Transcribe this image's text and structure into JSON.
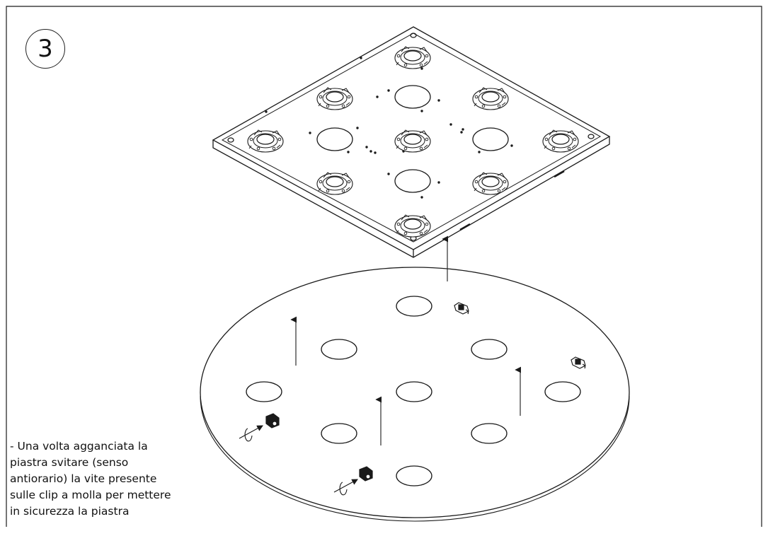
{
  "step": {
    "number": "3"
  },
  "instruction": {
    "lines": [
      "- Una volta agganciata la",
      "piastra svitare (senso",
      "antiorario) la vite presente",
      "sulle clip a molla per mettere",
      "in sicurezza la piastra"
    ]
  },
  "colors": {
    "line": "#1a1a1a",
    "background": "#ffffff"
  }
}
